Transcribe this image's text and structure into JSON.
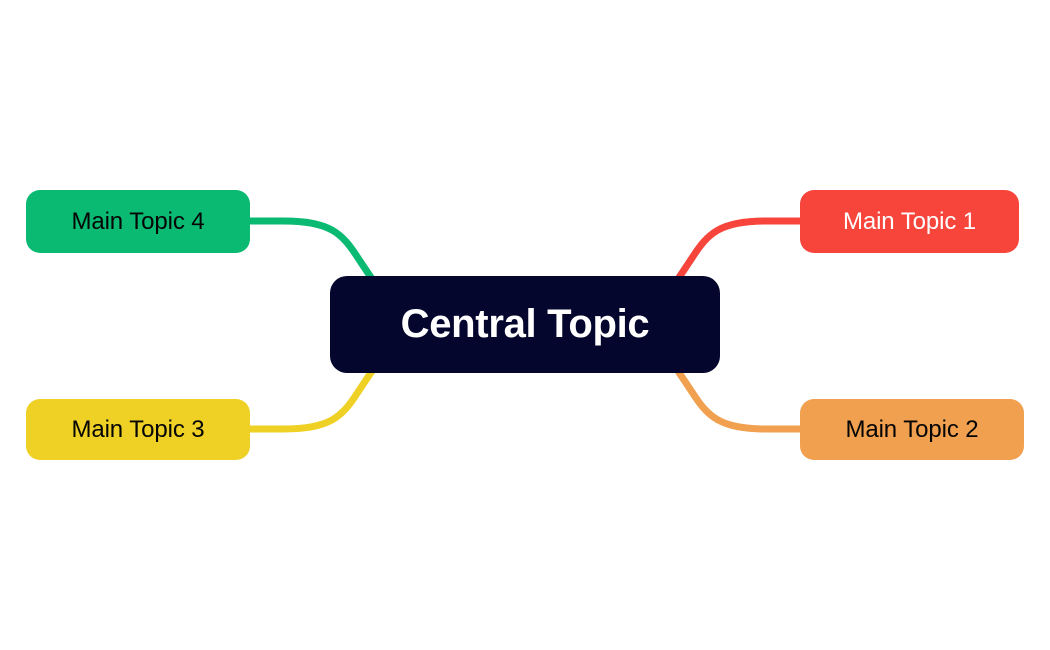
{
  "diagram": {
    "type": "mind-map",
    "background_color": "#FFFFFF",
    "central": {
      "label": "Central Topic",
      "fill_color": "#05062D",
      "text_color": "#FFFFFF"
    },
    "branches": [
      {
        "id": "topic-1",
        "label": "Main Topic 1",
        "fill_color": "#F8453C",
        "text_color": "#FFFFFF",
        "connector_color": "#F8453C",
        "side": "right",
        "row": "top"
      },
      {
        "id": "topic-2",
        "label": "Main Topic 2",
        "fill_color": "#F0A04F",
        "text_color": "#050505",
        "connector_color": "#F0A04F",
        "side": "right",
        "row": "bottom"
      },
      {
        "id": "topic-3",
        "label": "Main Topic 3",
        "fill_color": "#EFD125",
        "text_color": "#050505",
        "connector_color": "#EFD125",
        "side": "left",
        "row": "bottom"
      },
      {
        "id": "topic-4",
        "label": "Main Topic 4",
        "fill_color": "#0BBA72",
        "text_color": "#050505",
        "connector_color": "#0BBA72",
        "side": "left",
        "row": "top"
      }
    ]
  }
}
